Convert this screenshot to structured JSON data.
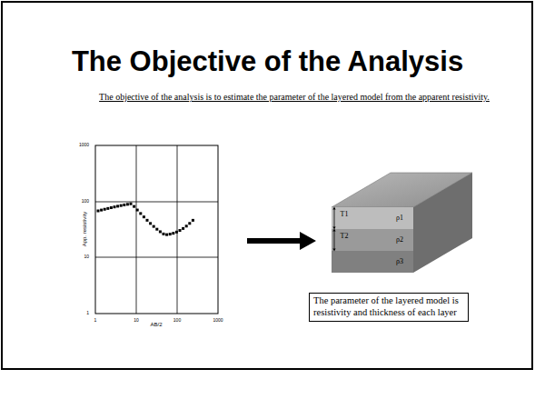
{
  "diagram": {
    "title": "The Objective of the Analysis",
    "nodes": [
      {
        "text": [
          "The parameter of the layered model is resistivity and thickness of each layer"
        ]
      }
    ],
    "labels": [
      "The objective of the analysis is to estimate the parameter of the layered model from the apparent resistivity.",
      "App. resistivity",
      "AB/2",
      "1000",
      "100",
      "10",
      "1",
      "1",
      "10",
      "100",
      "1000",
      "T1",
      "T2",
      "ρ1",
      "ρ2",
      "ρ3"
    ]
  }
}
